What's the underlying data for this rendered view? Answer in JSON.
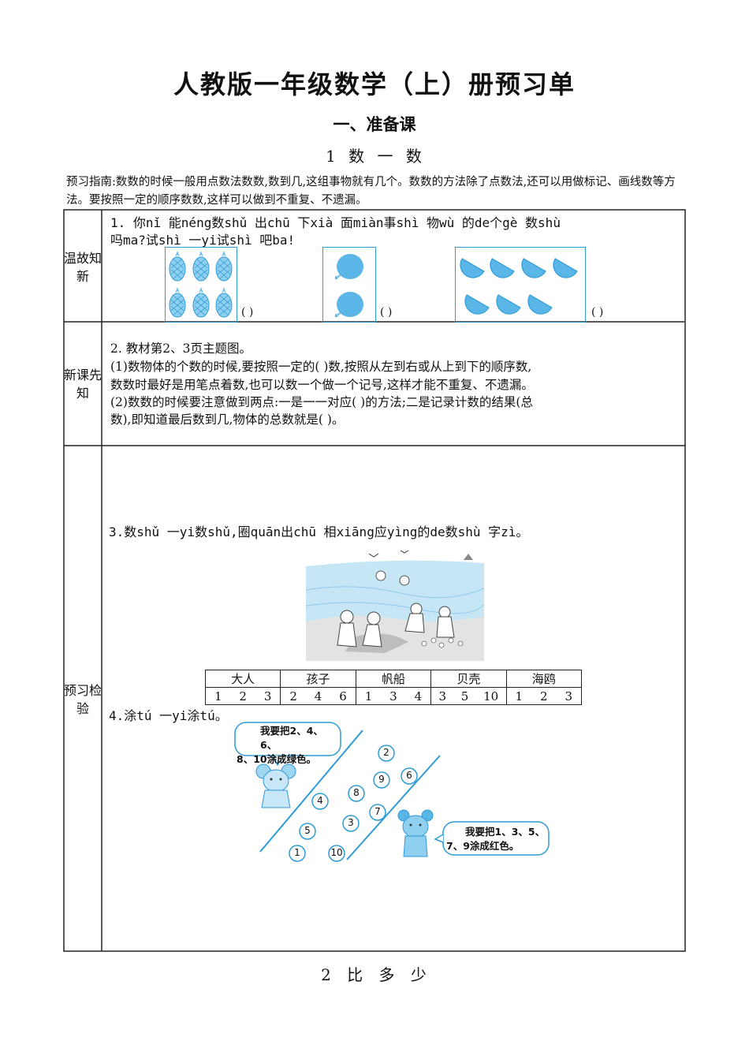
{
  "title": "人教版一年级数学（上）册预习单",
  "section": "一、准备课",
  "lesson": "1  数  一  数",
  "guide": "预习指南:数数的时候一般用点数法数数,数到几,这组事物就有几个。数数的方法除了点数法,还可以用做标记、画线数等方法。要按照一定的顺序数数,这样可以做到不重复、不遗漏。",
  "rows": {
    "review": {
      "label": "温故知新",
      "q1_line1": "1. 你nǐ 能néng数shǔ 出chū 下xià 面miàn事shì 物wù 的de个gè 数shù",
      "q1_line2": "吗ma?试shì 一yi试shì 吧ba!",
      "paren": "(   )"
    },
    "new": {
      "label": "新课先知",
      "lines": [
        "2. 教材第2、3页主题图。",
        "(1)数物体的个数的时候,要按照一定的(    )数,按照从左到右或从上到下的顺序数,",
        "数数时最好是用笔点着数,也可以数一个做一个记号,这样才能不重复、不遗漏。",
        "(2)数数的时候要注意做到两点:一是一一对应(    )的方法;二是记录计数的结果(总",
        "数),即知道最后数到几,物体的总数就是(    )。"
      ]
    },
    "check": {
      "label": "预习检验",
      "q3": "3.数shǔ 一yi数shǔ,圈quān出chū 相xiāng应yìng的de数shù 字zì。",
      "table": [
        {
          "name": "大人",
          "nums": [
            "1",
            "2",
            "3"
          ]
        },
        {
          "name": "孩子",
          "nums": [
            "2",
            "4",
            "6"
          ]
        },
        {
          "name": "帆船",
          "nums": [
            "1",
            "3",
            "4"
          ]
        },
        {
          "name": "贝壳",
          "nums": [
            "3",
            "5",
            "10"
          ]
        },
        {
          "name": "海鸥",
          "nums": [
            "1",
            "2",
            "3"
          ]
        }
      ],
      "q4": "4.涂tú 一yi涂tú。",
      "bubble_left": [
        "我要把2、4、6、",
        "8、10涂成绿色。"
      ],
      "bubble_right": [
        "我要把1、3、5、",
        "7、9涂成红色。"
      ],
      "circles": [
        "2",
        "9",
        "6",
        "8",
        "4",
        "7",
        "3",
        "5",
        "1",
        "10"
      ]
    }
  },
  "footer": "2  比  多  少",
  "colors": {
    "accent": "#2f9bd6",
    "light": "#c7e6f7",
    "line": "#222222"
  }
}
